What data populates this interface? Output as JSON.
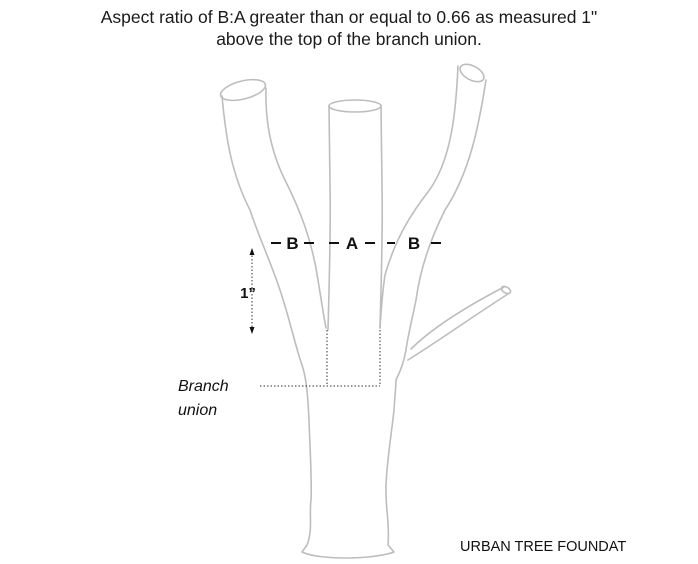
{
  "caption": {
    "line1": "Aspect ratio of B:A greater than or equal to 0.66 as measured 1\"",
    "line2": "above the top of the branch union."
  },
  "labels": {
    "left_stem": "B",
    "center_stem": "A",
    "right_stem": "B",
    "distance": "1”",
    "union_line1": "Branch",
    "union_line2": "union"
  },
  "footer": {
    "credit": "URBAN TREE FOUNDAT"
  }
}
